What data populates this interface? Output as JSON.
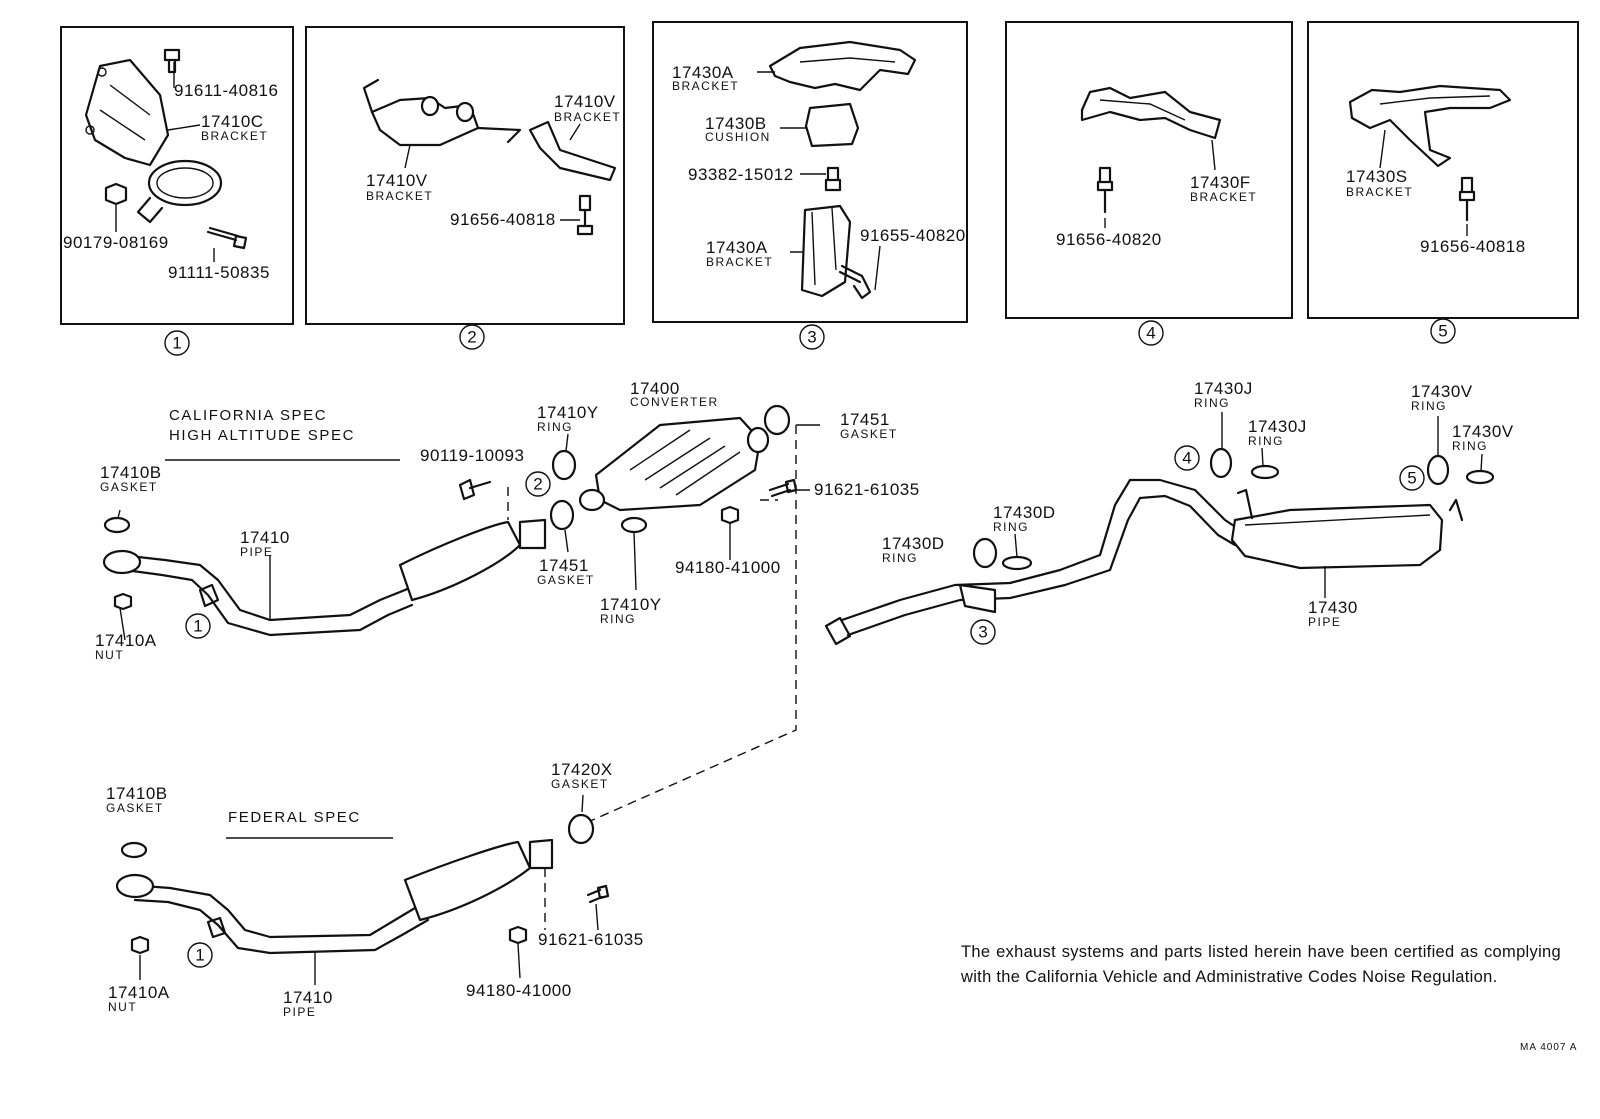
{
  "panels": [
    {
      "number": "1",
      "labels": [
        {
          "id": "p1a",
          "pn": "91611-40816"
        },
        {
          "id": "p1b",
          "pn": "17410C",
          "name": "BRACKET"
        },
        {
          "id": "p1c",
          "pn": "90179-08169"
        },
        {
          "id": "p1d",
          "pn": "91111-50835"
        }
      ]
    },
    {
      "number": "2",
      "labels": [
        {
          "id": "p2a",
          "pn": "17410V",
          "name": "BRACKET"
        },
        {
          "id": "p2b",
          "pn": "17410V",
          "name": "BRACKET"
        },
        {
          "id": "p2c",
          "pn": "91656-40818"
        }
      ]
    },
    {
      "number": "3",
      "labels": [
        {
          "id": "p3a",
          "pn": "17430A",
          "name": "BRACKET"
        },
        {
          "id": "p3b",
          "pn": "17430B",
          "name": "CUSHION"
        },
        {
          "id": "p3c",
          "pn": "93382-15012"
        },
        {
          "id": "p3d",
          "pn": "17430A",
          "name": "BRACKET"
        },
        {
          "id": "p3e",
          "pn": "91655-40820"
        }
      ]
    },
    {
      "number": "4",
      "labels": [
        {
          "id": "p4a",
          "pn": "17430F",
          "name": "BRACKET"
        },
        {
          "id": "p4b",
          "pn": "91656-40820"
        }
      ]
    },
    {
      "number": "5",
      "labels": [
        {
          "id": "p5a",
          "pn": "17430S",
          "name": "BRACKET"
        },
        {
          "id": "p5b",
          "pn": "91656-40818"
        }
      ]
    }
  ],
  "sections": {
    "california": [
      "CALIFORNIA SPEC",
      "HIGH ALTITUDE SPEC"
    ],
    "federal": "FEDERAL SPEC"
  },
  "callouts": {
    "ca_gasket_b": {
      "pn": "17410B",
      "name": "GASKET"
    },
    "ca_pipe": {
      "pn": "17410",
      "name": "PIPE"
    },
    "ca_nut": {
      "pn": "17410A",
      "name": "NUT"
    },
    "ca_bolt": {
      "pn": "90119-10093"
    },
    "ring_y_top": {
      "pn": "17410Y",
      "name": "RING"
    },
    "converter": {
      "pn": "17400",
      "name": "CONVERTER"
    },
    "gasket_451_top": {
      "pn": "17451",
      "name": "GASKET"
    },
    "gasket_451_mid": {
      "pn": "17451",
      "name": "GASKET"
    },
    "ring_y_bot": {
      "pn": "17410Y",
      "name": "RING"
    },
    "bolt_621_top": {
      "pn": "91621-61035"
    },
    "nut_180_top": {
      "pn": "94180-41000"
    },
    "ring_j1": {
      "pn": "17430J",
      "name": "RING"
    },
    "ring_j2": {
      "pn": "17430J",
      "name": "RING"
    },
    "ring_v1": {
      "pn": "17430V",
      "name": "RING"
    },
    "ring_v2": {
      "pn": "17430V",
      "name": "RING"
    },
    "ring_d1": {
      "pn": "17430D",
      "name": "RING"
    },
    "ring_d2": {
      "pn": "17430D",
      "name": "RING"
    },
    "tail_pipe": {
      "pn": "17430",
      "name": "PIPE"
    },
    "fed_gasket_b": {
      "pn": "17410B",
      "name": "GASKET"
    },
    "fed_nut": {
      "pn": "17410A",
      "name": "NUT"
    },
    "fed_pipe": {
      "pn": "17410",
      "name": "PIPE"
    },
    "gasket_420x": {
      "pn": "17420X",
      "name": "GASKET"
    },
    "bolt_621_bot": {
      "pn": "91621-61035"
    },
    "nut_180_bot": {
      "pn": "94180-41000"
    }
  },
  "circles": {
    "c1": "1",
    "c2": "2",
    "c3": "3",
    "c4": "4",
    "c5": "5"
  },
  "note": "The exhaust systems and parts listed herein have been certified as complying with the California Vehicle and Administrative Codes Noise Regulation.",
  "drawing_code": "MA 4007 A"
}
